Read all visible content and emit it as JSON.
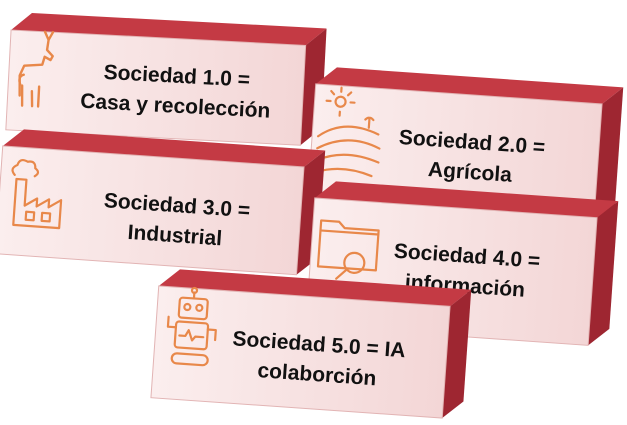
{
  "colors": {
    "block_face": "#f7e3e3",
    "block_top": "#c43a44",
    "block_side": "#9e2631",
    "icon_stroke": "#e8884a",
    "text": "#111111"
  },
  "blocks": [
    {
      "id": "sociedad-1",
      "line1": "Sociedad 1.0 =",
      "line2": "Casa y recolección",
      "icon": "deer-icon"
    },
    {
      "id": "sociedad-2",
      "line1": "Sociedad 2.0 =",
      "line2": "Agrícola",
      "icon": "farm-sun-icon"
    },
    {
      "id": "sociedad-3",
      "line1": "Sociedad 3.0 =",
      "line2": "Industrial",
      "icon": "factory-icon"
    },
    {
      "id": "sociedad-4",
      "line1": "Sociedad 4.0 =",
      "line2": "información",
      "icon": "folder-search-icon"
    },
    {
      "id": "sociedad-5",
      "line1": "Sociedad 5.0 = IA",
      "line2": "colaborción",
      "icon": "robot-icon"
    }
  ]
}
